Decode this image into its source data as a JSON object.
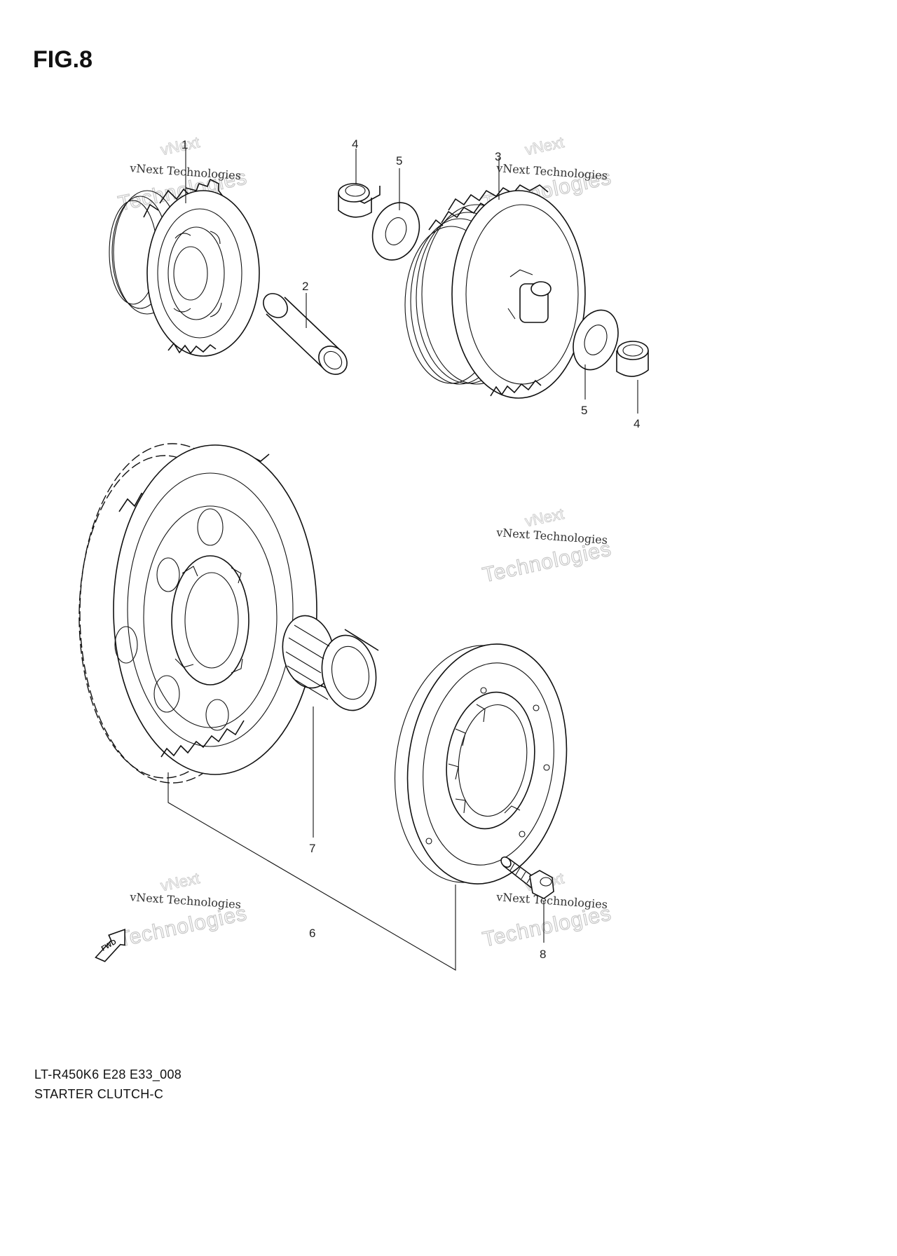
{
  "figure": {
    "title": "FIG.8",
    "code": "LT-R450K6 E28 E33_008",
    "name": "STARTER CLUTCH-C"
  },
  "callouts": [
    {
      "id": "c1",
      "text": "1"
    },
    {
      "id": "c2",
      "text": "2"
    },
    {
      "id": "c3",
      "text": "3"
    },
    {
      "id": "c4a",
      "text": "4"
    },
    {
      "id": "c5a",
      "text": "5"
    },
    {
      "id": "c5b",
      "text": "5"
    },
    {
      "id": "c4b",
      "text": "4"
    },
    {
      "id": "c7",
      "text": "7"
    },
    {
      "id": "c6",
      "text": "6"
    },
    {
      "id": "c8",
      "text": "8"
    }
  ],
  "watermark": {
    "small": "vNext Technologies",
    "large": "Technologies",
    "top": "vNext"
  },
  "fwd_arrow": "FWD"
}
